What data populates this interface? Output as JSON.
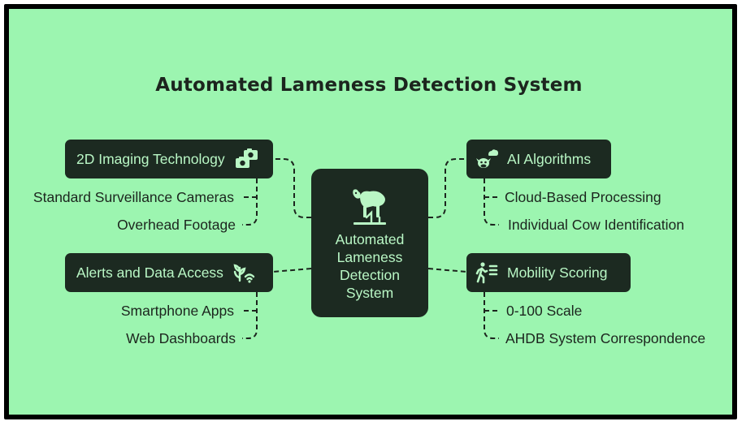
{
  "title": "Automated Lameness Detection System",
  "center": {
    "lines": [
      "Automated",
      "Lameness",
      "Detection",
      "System"
    ],
    "icon": "lame-cow-icon"
  },
  "branches": {
    "imaging": {
      "label": "2D Imaging Technology",
      "icon": "cameras-icon",
      "items": [
        "Standard Surveillance Cameras",
        "Overhead Footage"
      ]
    },
    "alerts": {
      "label": "Alerts and Data Access",
      "icon": "plant-wifi-icon",
      "items": [
        "Smartphone Apps",
        "Web Dashboards"
      ]
    },
    "ai": {
      "label": "AI Algorithms",
      "icon": "cow-cloud-icon",
      "items": [
        "Cloud-Based Processing",
        "Individual Cow Identification"
      ]
    },
    "mobility": {
      "label": "Mobility Scoring",
      "icon": "walking-score-icon",
      "items": [
        "0-100 Scale",
        "AHDB System Correspondence"
      ]
    }
  },
  "colors": {
    "background": "#9cf5b0",
    "node": "#1c2a21",
    "node_text": "#b9f7c5",
    "text": "#1c251e"
  }
}
